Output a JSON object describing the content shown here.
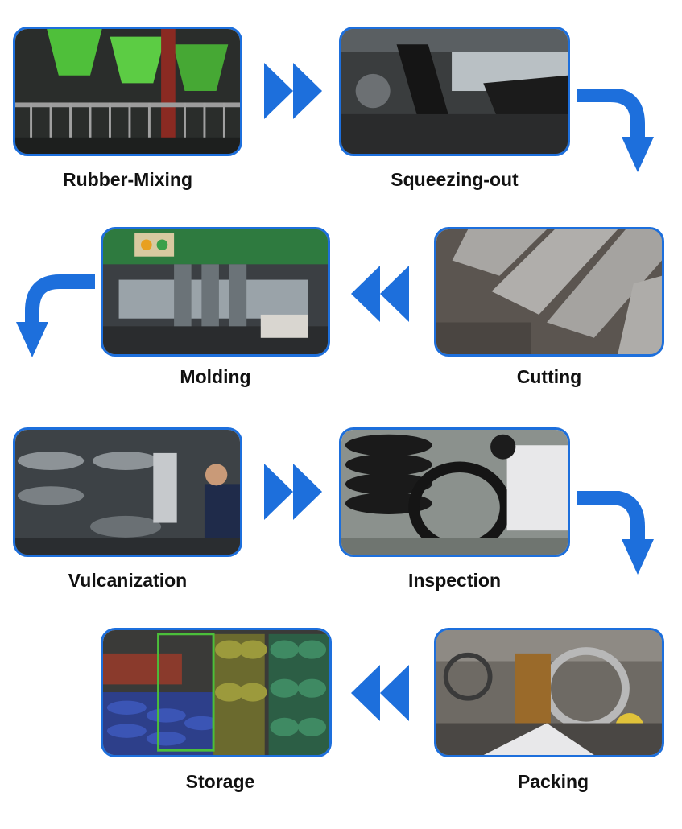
{
  "accent_color": "#1d6fdc",
  "steps": [
    {
      "label": "Rubber-Mixing",
      "photo": "rubber-mixing-photo"
    },
    {
      "label": "Squeezing-out",
      "photo": "squeezing-out-photo"
    },
    {
      "label": "Cutting",
      "photo": "cutting-photo"
    },
    {
      "label": "Molding",
      "photo": "molding-photo"
    },
    {
      "label": "Vulcanization",
      "photo": "vulcanization-photo"
    },
    {
      "label": "Inspection",
      "photo": "inspection-photo"
    },
    {
      "label": "Packing",
      "photo": "packing-photo"
    },
    {
      "label": "Storage",
      "photo": "storage-photo"
    }
  ],
  "arrows": [
    {
      "from": "Rubber-Mixing",
      "to": "Squeezing-out",
      "icon": "double-chevron-right-icon"
    },
    {
      "from": "Squeezing-out",
      "to": "Cutting",
      "icon": "curved-arrow-down-icon"
    },
    {
      "from": "Cutting",
      "to": "Molding",
      "icon": "double-chevron-left-icon"
    },
    {
      "from": "Molding",
      "to": "Vulcanization",
      "icon": "curved-arrow-down-left-icon"
    },
    {
      "from": "Vulcanization",
      "to": "Inspection",
      "icon": "double-chevron-right-icon"
    },
    {
      "from": "Inspection",
      "to": "Packing",
      "icon": "curved-arrow-down-icon"
    },
    {
      "from": "Packing",
      "to": "Storage",
      "icon": "double-chevron-left-icon"
    }
  ]
}
